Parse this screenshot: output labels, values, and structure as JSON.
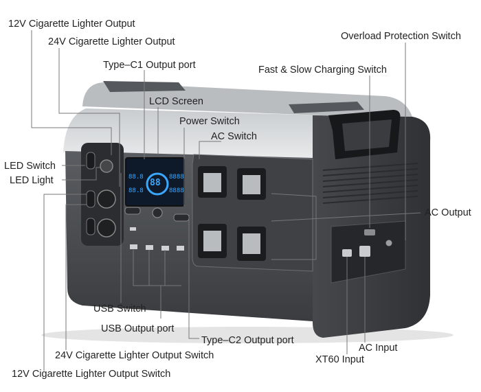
{
  "labels": {
    "cig12_output": "12V Cigarette Lighter Output",
    "cig24_output": "24V Cigarette Lighter Output",
    "type_c1": "Type–C1  Output port",
    "lcd_screen": "LCD Screen",
    "power_switch": "Power Switch",
    "ac_switch": "AC Switch",
    "overload_switch": "Overload Protection Switch",
    "charging_switch": "Fast & Slow Charging Switch",
    "led_switch": "LED Switch",
    "led_light": "LED Light",
    "ac_output": "AC Output",
    "usb_switch": "USB Switch",
    "usb_output": "USB Output port",
    "type_c2": "Type–C2 Output port",
    "cig24_switch": "24V Cigarette Lighter Output Switch",
    "cig12_switch": "12V Cigarette Lighter Output Switch",
    "ac_input": "AC Input",
    "xt60_input": "XT60 Input"
  },
  "lcd": {
    "center_value": "88",
    "left_top": "88.8",
    "left_bottom": "88.8",
    "right_top": "8888",
    "right_bottom": "8888"
  },
  "colors": {
    "body_dark": "#3b3d40",
    "body_mid": "#56595d",
    "top_light": "#e9ebec",
    "lcd_blue": "#3aa8ff",
    "leader": "#777777"
  }
}
